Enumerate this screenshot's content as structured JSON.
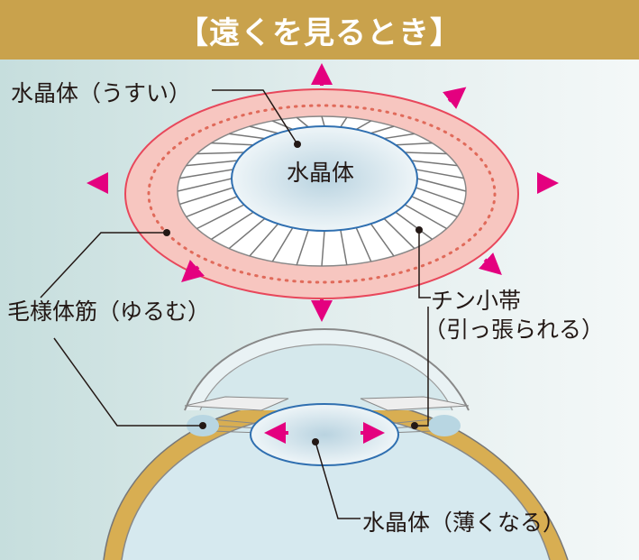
{
  "title": "【遠くを見るとき】",
  "labels": {
    "lens_thin": "水晶体（うすい）",
    "lens_center": "水晶体",
    "ciliary_muscle": "毛様体筋（ゆるむ）",
    "zonule": "チン小帯",
    "zonule_state": "（引っ張られる）",
    "lens_thinner": "水晶体（薄くなる）"
  },
  "colors": {
    "banner": "#c9a24c",
    "arrow": "#e4007f",
    "ring_stroke": "#e8475b",
    "ring_fill": "#f7c6c0",
    "lens_stroke": "#2f6fb0"
  }
}
